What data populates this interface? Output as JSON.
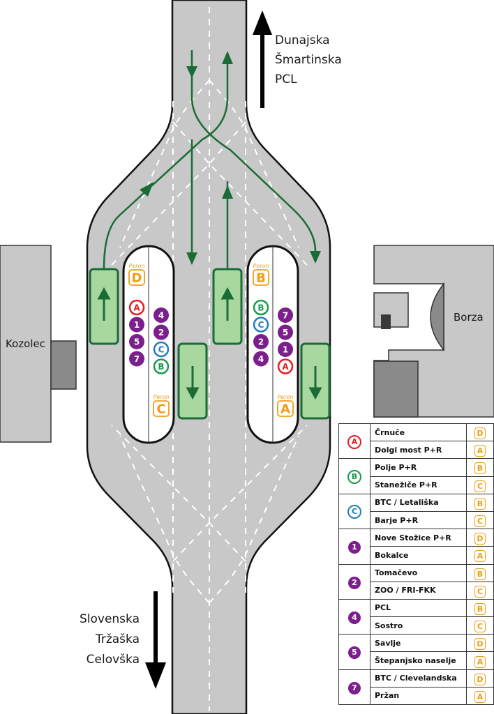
{
  "title": "Bus station platform layout",
  "directions": {
    "north": [
      "Dunajska",
      "Šmartinska",
      "PCL"
    ],
    "south": [
      "Slovenska",
      "Tržaška",
      "Celovška"
    ]
  },
  "buildings": {
    "west": "Kozolec",
    "east": "Borza"
  },
  "platform_word": "Peron",
  "islands": [
    {
      "name": "left-island",
      "top_platform": "D",
      "bottom_platform": "C",
      "left_column": [
        "A",
        "1",
        "5",
        "7"
      ],
      "right_column": [
        "4",
        "2",
        "C",
        "B"
      ]
    },
    {
      "name": "right-island",
      "top_platform": "B",
      "bottom_platform": "A",
      "left_column": [
        "B",
        "C",
        "2",
        "4"
      ],
      "right_column": [
        "7",
        "5",
        "1",
        "A"
      ]
    }
  ],
  "line_styles": {
    "A": {
      "kind": "ring",
      "color": "#e31e24"
    },
    "B": {
      "kind": "ring",
      "color": "#1a9a4a"
    },
    "C": {
      "kind": "ring",
      "color": "#1f7cc2"
    },
    "1": {
      "kind": "fill",
      "color": "#7b1f8c"
    },
    "2": {
      "kind": "fill",
      "color": "#7b1f8c"
    },
    "4": {
      "kind": "fill",
      "color": "#7b1f8c"
    },
    "5": {
      "kind": "fill",
      "color": "#7b1f8c"
    },
    "7": {
      "kind": "fill",
      "color": "#7b1f8c"
    }
  },
  "colors": {
    "road": "#c8c8c8",
    "route_green": "#1a6b35",
    "bay_fill": "#a8d8a0",
    "platform_orange": "#f39c12",
    "building_light": "#c8c8c8",
    "building_dark": "#8a8a8a"
  },
  "legend": [
    {
      "line": "A",
      "destinations": [
        {
          "name": "Črnuče",
          "platform": "D"
        },
        {
          "name": "Dolgi most P+R",
          "platform": "A"
        }
      ]
    },
    {
      "line": "B",
      "destinations": [
        {
          "name": "Polje P+R",
          "platform": "B"
        },
        {
          "name": "Stanežiče P+R",
          "platform": "C"
        }
      ]
    },
    {
      "line": "C",
      "destinations": [
        {
          "name": "BTC / Letališka",
          "platform": "B"
        },
        {
          "name": "Barje P+R",
          "platform": "C"
        }
      ]
    },
    {
      "line": "1",
      "destinations": [
        {
          "name": "Nove Stožice P+R",
          "platform": "D"
        },
        {
          "name": "Bokalce",
          "platform": "A"
        }
      ]
    },
    {
      "line": "2",
      "destinations": [
        {
          "name": "Tomačevo",
          "platform": "B"
        },
        {
          "name": "ZOO / FRI-FKK",
          "platform": "C"
        }
      ]
    },
    {
      "line": "4",
      "destinations": [
        {
          "name": "PCL",
          "platform": "B"
        },
        {
          "name": "Sostro",
          "platform": "C"
        }
      ]
    },
    {
      "line": "5",
      "destinations": [
        {
          "name": "Savlje",
          "platform": "D"
        },
        {
          "name": "Štepanjsko naselje",
          "platform": "A"
        }
      ]
    },
    {
      "line": "7",
      "destinations": [
        {
          "name": "BTC / Clevelandska",
          "platform": "D"
        },
        {
          "name": "Pržan",
          "platform": "A"
        }
      ]
    }
  ]
}
